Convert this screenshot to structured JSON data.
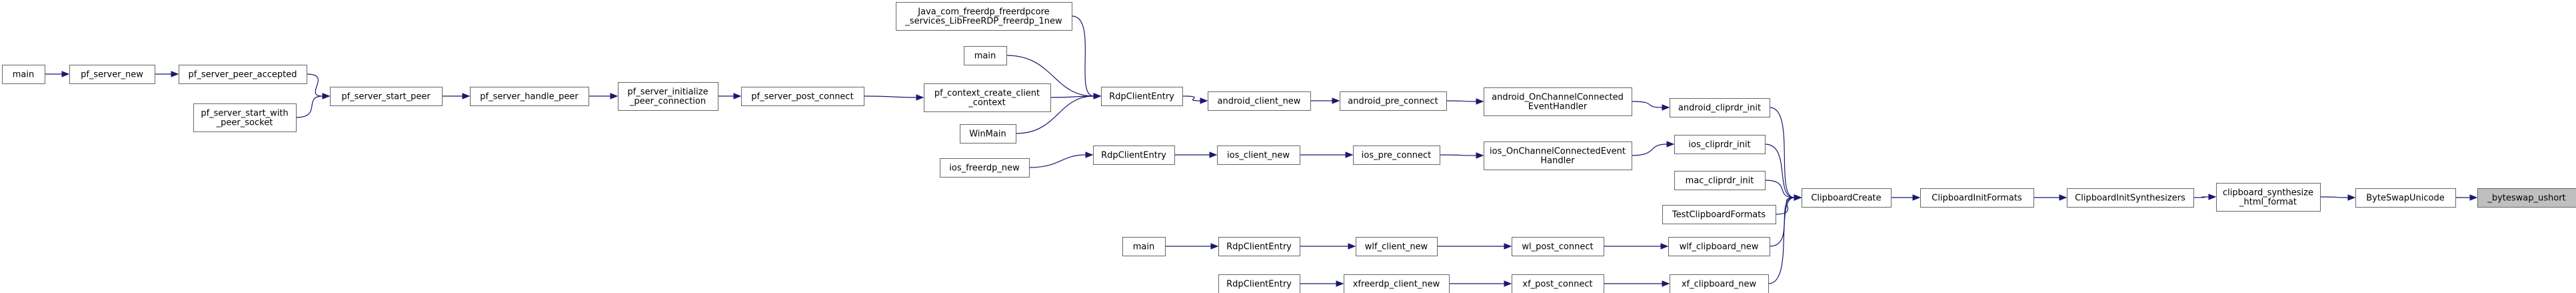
{
  "colors": {
    "edge": "#191970",
    "focus_fill": "#bfbfbf",
    "node_border": "#666666"
  },
  "nodes": {
    "n_byteswap_ushort": {
      "lines": [
        "_byteswap_ushort"
      ],
      "focus": true
    },
    "n_ByteSwapUnicode": {
      "lines": [
        "ByteSwapUnicode"
      ]
    },
    "n_clipboard_synthesize_html_format": {
      "lines": [
        "clipboard_synthesize",
        "_html_format"
      ]
    },
    "n_ClipboardInitSynthesizers": {
      "lines": [
        "ClipboardInitSynthesizers"
      ]
    },
    "n_ClipboardInitFormats": {
      "lines": [
        "ClipboardInitFormats"
      ]
    },
    "n_ClipboardCreate": {
      "lines": [
        "ClipboardCreate"
      ]
    },
    "n_android_cliprdr_init": {
      "lines": [
        "android_cliprdr_init"
      ]
    },
    "n_ios_cliprdr_init": {
      "lines": [
        "ios_cliprdr_init"
      ]
    },
    "n_mac_cliprdr_init": {
      "lines": [
        "mac_cliprdr_init"
      ]
    },
    "n_TestClipboardFormats": {
      "lines": [
        "TestClipboardFormats"
      ]
    },
    "n_wlf_clipboard_new": {
      "lines": [
        "wlf_clipboard_new"
      ]
    },
    "n_xf_clipboard_new": {
      "lines": [
        "xf_clipboard_new"
      ]
    },
    "n_android_OnChannelConnectedEventHandler": {
      "lines": [
        "android_OnChannelConnected",
        "EventHandler"
      ]
    },
    "n_ios_OnChannelConnectedEventHandler": {
      "lines": [
        "ios_OnChannelConnectedEvent",
        "Handler"
      ]
    },
    "n_wl_post_connect": {
      "lines": [
        "wl_post_connect"
      ]
    },
    "n_xf_post_connect": {
      "lines": [
        "xf_post_connect"
      ]
    },
    "n_android_pre_connect": {
      "lines": [
        "android_pre_connect"
      ]
    },
    "n_ios_pre_connect": {
      "lines": [
        "ios_pre_connect"
      ]
    },
    "n_wlf_client_new": {
      "lines": [
        "wlf_client_new"
      ]
    },
    "n_xfreerdp_client_new": {
      "lines": [
        "xfreerdp_client_new"
      ]
    },
    "n_android_client_new": {
      "lines": [
        "android_client_new"
      ]
    },
    "n_ios_client_new": {
      "lines": [
        "ios_client_new"
      ]
    },
    "n_RdpClientEntry_wlf": {
      "lines": [
        "RdpClientEntry"
      ]
    },
    "n_RdpClientEntry_xf": {
      "lines": [
        "RdpClientEntry"
      ]
    },
    "n_RdpClientEntry_android": {
      "lines": [
        "RdpClientEntry"
      ]
    },
    "n_RdpClientEntry_ios": {
      "lines": [
        "RdpClientEntry"
      ]
    },
    "n_main_wlf": {
      "lines": [
        "main"
      ]
    },
    "n_ios_freerdp_new": {
      "lines": [
        "ios_freerdp_new"
      ]
    },
    "n_Java_freerdp_new": {
      "lines": [
        "Java_com_freerdp_freerdpcore",
        "_services_LibFreeRDP_freerdp_1new"
      ]
    },
    "n_main_android": {
      "lines": [
        "main"
      ]
    },
    "n_pf_context_create_client_context": {
      "lines": [
        "pf_context_create_client",
        "_context"
      ]
    },
    "n_WinMain": {
      "lines": [
        "WinMain"
      ]
    },
    "n_pf_server_post_connect": {
      "lines": [
        "pf_server_post_connect"
      ]
    },
    "n_pf_server_initialize_peer_connection": {
      "lines": [
        "pf_server_initialize",
        "_peer_connection"
      ]
    },
    "n_pf_server_handle_peer": {
      "lines": [
        "pf_server_handle_peer"
      ]
    },
    "n_pf_server_start_peer": {
      "lines": [
        "pf_server_start_peer"
      ]
    },
    "n_pf_server_peer_accepted": {
      "lines": [
        "pf_server_peer_accepted"
      ]
    },
    "n_pf_server_start_with_peer_socket": {
      "lines": [
        "pf_server_start_with",
        "_peer_socket"
      ]
    },
    "n_pf_server_new": {
      "lines": [
        "pf_server_new"
      ]
    },
    "n_main_pf": {
      "lines": [
        "main"
      ]
    }
  },
  "edges": [
    [
      "n_ByteSwapUnicode",
      "n_byteswap_ushort"
    ],
    [
      "n_clipboard_synthesize_html_format",
      "n_ByteSwapUnicode"
    ],
    [
      "n_ClipboardInitSynthesizers",
      "n_clipboard_synthesize_html_format"
    ],
    [
      "n_ClipboardInitFormats",
      "n_ClipboardInitSynthesizers"
    ],
    [
      "n_ClipboardCreate",
      "n_ClipboardInitFormats"
    ],
    [
      "n_android_cliprdr_init",
      "n_ClipboardCreate"
    ],
    [
      "n_ios_cliprdr_init",
      "n_ClipboardCreate"
    ],
    [
      "n_mac_cliprdr_init",
      "n_ClipboardCreate"
    ],
    [
      "n_TestClipboardFormats",
      "n_ClipboardCreate"
    ],
    [
      "n_wlf_clipboard_new",
      "n_ClipboardCreate"
    ],
    [
      "n_xf_clipboard_new",
      "n_ClipboardCreate"
    ],
    [
      "n_android_OnChannelConnectedEventHandler",
      "n_android_cliprdr_init"
    ],
    [
      "n_ios_OnChannelConnectedEventHandler",
      "n_ios_cliprdr_init"
    ],
    [
      "n_wl_post_connect",
      "n_wlf_clipboard_new"
    ],
    [
      "n_xf_post_connect",
      "n_xf_clipboard_new"
    ],
    [
      "n_android_pre_connect",
      "n_android_OnChannelConnectedEventHandler"
    ],
    [
      "n_ios_pre_connect",
      "n_ios_OnChannelConnectedEventHandler"
    ],
    [
      "n_wlf_client_new",
      "n_wl_post_connect"
    ],
    [
      "n_xfreerdp_client_new",
      "n_xf_post_connect"
    ],
    [
      "n_android_client_new",
      "n_android_pre_connect"
    ],
    [
      "n_ios_client_new",
      "n_ios_pre_connect"
    ],
    [
      "n_RdpClientEntry_wlf",
      "n_wlf_client_new"
    ],
    [
      "n_RdpClientEntry_xf",
      "n_xfreerdp_client_new"
    ],
    [
      "n_RdpClientEntry_android",
      "n_android_client_new"
    ],
    [
      "n_RdpClientEntry_ios",
      "n_ios_client_new"
    ],
    [
      "n_main_wlf",
      "n_RdpClientEntry_wlf"
    ],
    [
      "n_ios_freerdp_new",
      "n_RdpClientEntry_ios"
    ],
    [
      "n_Java_freerdp_new",
      "n_RdpClientEntry_android"
    ],
    [
      "n_main_android",
      "n_RdpClientEntry_android"
    ],
    [
      "n_pf_context_create_client_context",
      "n_RdpClientEntry_android"
    ],
    [
      "n_WinMain",
      "n_RdpClientEntry_android"
    ],
    [
      "n_pf_server_post_connect",
      "n_pf_context_create_client_context"
    ],
    [
      "n_pf_server_initialize_peer_connection",
      "n_pf_server_post_connect"
    ],
    [
      "n_pf_server_handle_peer",
      "n_pf_server_initialize_peer_connection"
    ],
    [
      "n_pf_server_start_peer",
      "n_pf_server_handle_peer"
    ],
    [
      "n_pf_server_peer_accepted",
      "n_pf_server_start_peer"
    ],
    [
      "n_pf_server_start_with_peer_socket",
      "n_pf_server_start_peer"
    ],
    [
      "n_pf_server_new",
      "n_pf_server_peer_accepted"
    ],
    [
      "n_main_pf",
      "n_pf_server_new"
    ]
  ]
}
